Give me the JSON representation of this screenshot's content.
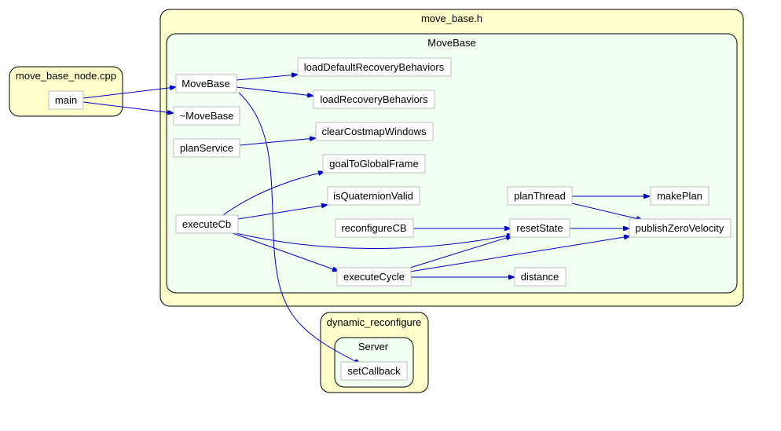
{
  "colors": {
    "file_cluster_fill": "#ffffcc",
    "class_cluster_fill": "#f0fff0",
    "cluster_border": "#000000",
    "node_fill": "#ffffff",
    "node_border": "#bfbfbf",
    "edge": "#0000cc"
  },
  "clusters": {
    "move_base_node": "move_base_node.cpp",
    "move_base_h": "move_base.h",
    "movebase_class": "MoveBase",
    "dynamic_reconfigure": "dynamic_reconfigure",
    "server_class": "Server"
  },
  "nodes": {
    "main": "main",
    "MoveBase": "MoveBase",
    "dtor": "~MoveBase",
    "planService": "planService",
    "executeCb": "executeCb",
    "loadDefaultRecoveryBehaviors": "loadDefaultRecoveryBehaviors",
    "loadRecoveryBehaviors": "loadRecoveryBehaviors",
    "clearCostmapWindows": "clearCostmapWindows",
    "goalToGlobalFrame": "goalToGlobalFrame",
    "isQuaternionValid": "isQuaternionValid",
    "reconfigureCB": "reconfigureCB",
    "executeCycle": "executeCycle",
    "planThread": "planThread",
    "resetState": "resetState",
    "distance": "distance",
    "makePlan": "makePlan",
    "publishZeroVelocity": "publishZeroVelocity",
    "setCallback": "setCallback"
  },
  "edges": [
    {
      "from": "main",
      "to": "MoveBase"
    },
    {
      "from": "main",
      "to": "~MoveBase"
    },
    {
      "from": "MoveBase",
      "to": "loadDefaultRecoveryBehaviors"
    },
    {
      "from": "MoveBase",
      "to": "loadRecoveryBehaviors"
    },
    {
      "from": "MoveBase",
      "to": "setCallback"
    },
    {
      "from": "planService",
      "to": "clearCostmapWindows"
    },
    {
      "from": "executeCb",
      "to": "goalToGlobalFrame"
    },
    {
      "from": "executeCb",
      "to": "isQuaternionValid"
    },
    {
      "from": "executeCb",
      "to": "resetState"
    },
    {
      "from": "executeCb",
      "to": "executeCycle"
    },
    {
      "from": "reconfigureCB",
      "to": "resetState"
    },
    {
      "from": "planThread",
      "to": "makePlan"
    },
    {
      "from": "planThread",
      "to": "publishZeroVelocity"
    },
    {
      "from": "resetState",
      "to": "publishZeroVelocity"
    },
    {
      "from": "executeCycle",
      "to": "resetState"
    },
    {
      "from": "executeCycle",
      "to": "publishZeroVelocity"
    },
    {
      "from": "executeCycle",
      "to": "distance"
    }
  ]
}
